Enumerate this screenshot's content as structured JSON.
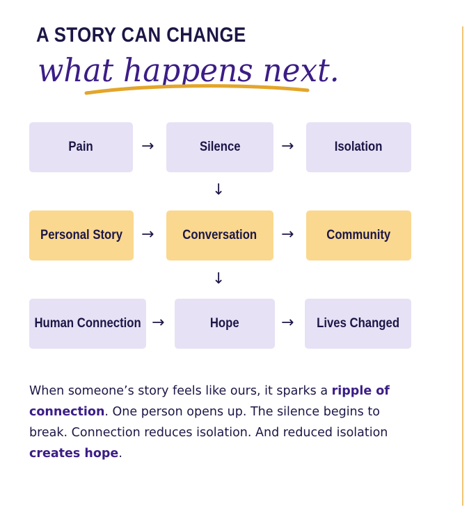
{
  "heading": {
    "line1": "A STORY CAN CHANGE",
    "line2": "what happens next."
  },
  "flow": {
    "row1": [
      "Pain",
      "Silence",
      "Isolation"
    ],
    "row2": [
      "Personal Story",
      "Conversation",
      "Community"
    ],
    "row3": [
      "Human Connection",
      "Hope",
      "Lives Changed"
    ]
  },
  "arrows": {
    "right": "→",
    "down": "↓"
  },
  "body": {
    "p1": "When someone’s story feels like ours, it sparks a ",
    "hl1": "ripple of connection",
    "p2": ". One person opens up. The silence begins to break. Connection reduces isolation. And reduced isolation ",
    "hl2": "creates hope",
    "p3": "."
  },
  "colors": {
    "navy": "#1c1646",
    "purple": "#3b1d86",
    "lavender_box": "#e6e1f5",
    "gold_box": "#fad88f",
    "gold_stroke": "#e3a52a"
  }
}
